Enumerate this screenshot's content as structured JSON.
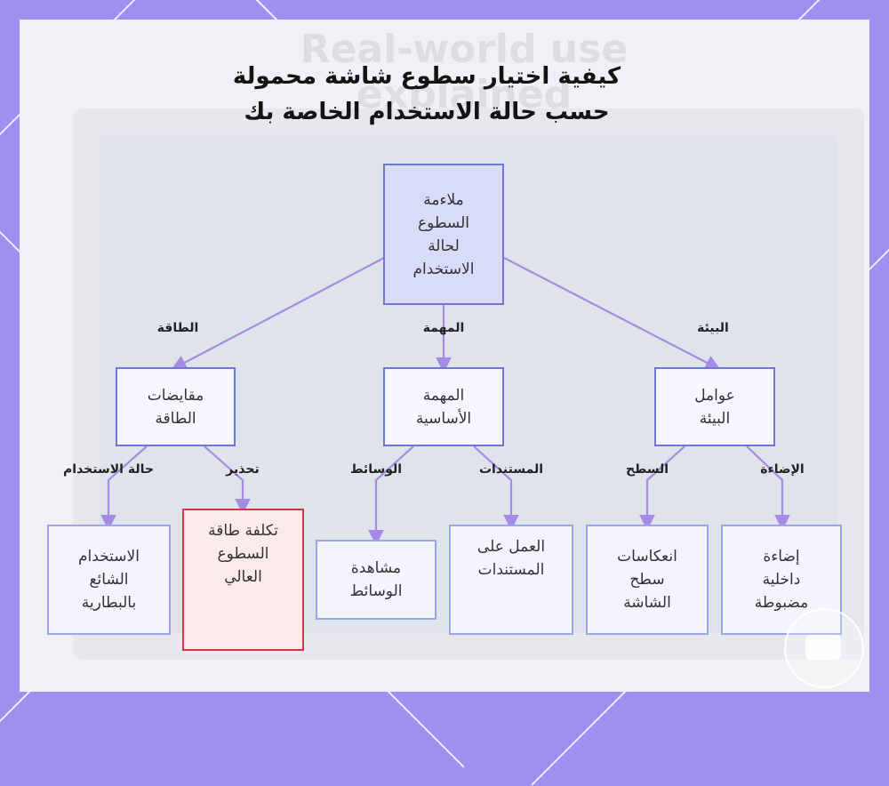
{
  "title": {
    "line1": "كيفية اختيار سطوع شاشة محمولة",
    "line2": "حسب حالة الاستخدام الخاصة بك"
  },
  "background_ghost_text": "Real-world use explained",
  "nodes": {
    "root": [
      "ملاءمة",
      "السطوع",
      "لحالة",
      "الاستخدام"
    ],
    "power_tradeoffs": [
      "مقايضات",
      "الطاقة"
    ],
    "primary_task": [
      "المهمة",
      "الأساسية"
    ],
    "environment": [
      "عوامل",
      "البيئة"
    ],
    "common_battery": [
      "الاستخدام",
      "الشائع",
      "بالبطارية"
    ],
    "high_brightness_cost": [
      "تكلفة طاقة",
      "السطوع",
      "العالي"
    ],
    "media_viewing": [
      "مشاهدة",
      "الوسائط"
    ],
    "document_work": [
      "العمل على",
      "المستندات"
    ],
    "screen_reflections": [
      "انعكاسات",
      "سطح",
      "الشاشة"
    ],
    "controlled_lighting": [
      "إضاءة",
      "داخلية",
      "مضبوطة"
    ]
  },
  "edge_labels": {
    "power": "الطاقة",
    "task": "المهمة",
    "environment": "البيئة",
    "usage_case": "حالة الاستخدام",
    "warning": "تحذير",
    "media": "الوسائط",
    "documents": "المستندات",
    "surface": "السطح",
    "lighting": "الإضاءة"
  },
  "colors": {
    "frame": "#a08ef0",
    "edge": "#a58be6",
    "node_border": "#9aa6e6",
    "root_fill": "#d8dcfa",
    "warning_border": "#d0384a"
  }
}
